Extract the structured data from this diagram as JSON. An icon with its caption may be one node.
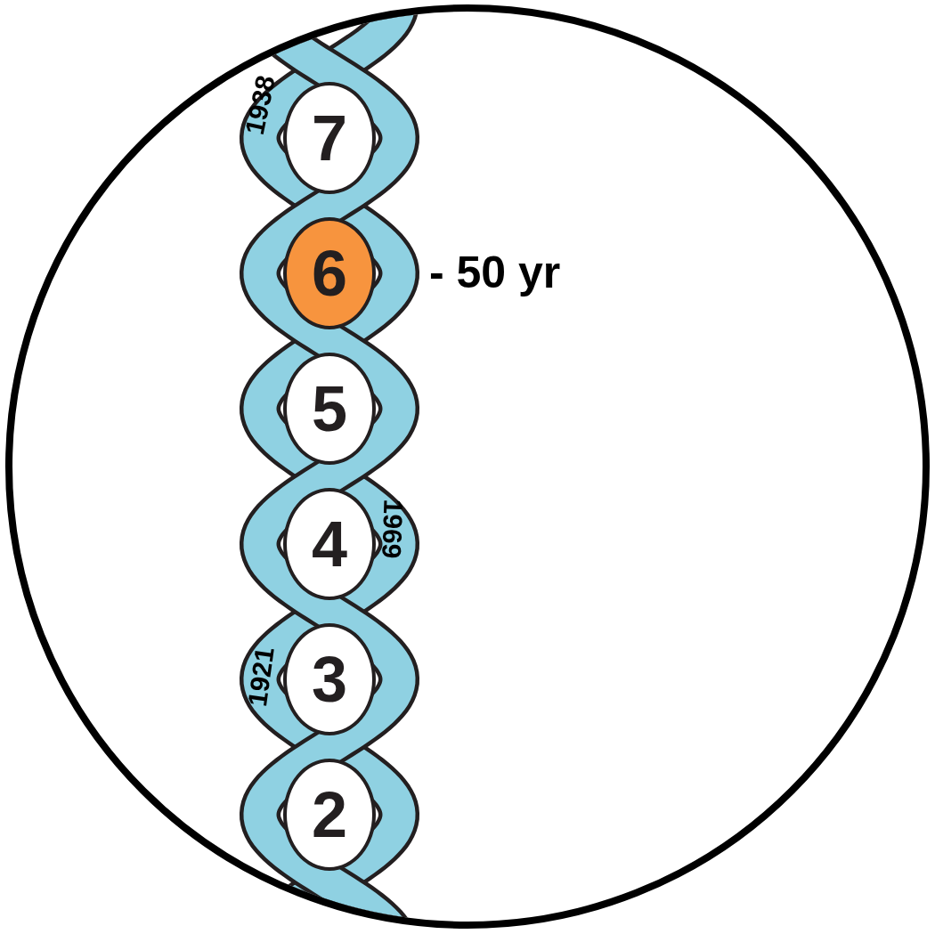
{
  "diagram": {
    "nodes": [
      {
        "text": [
          "7"
        ]
      },
      {
        "text": [
          "6"
        ],
        "beside": [
          "- 50 yr"
        ]
      },
      {
        "text": [
          "5"
        ]
      },
      {
        "text": [
          "4"
        ]
      },
      {
        "text": [
          "3"
        ]
      },
      {
        "text": [
          "2"
        ]
      }
    ],
    "labels": [
      "1938",
      "1969",
      "1921"
    ]
  }
}
